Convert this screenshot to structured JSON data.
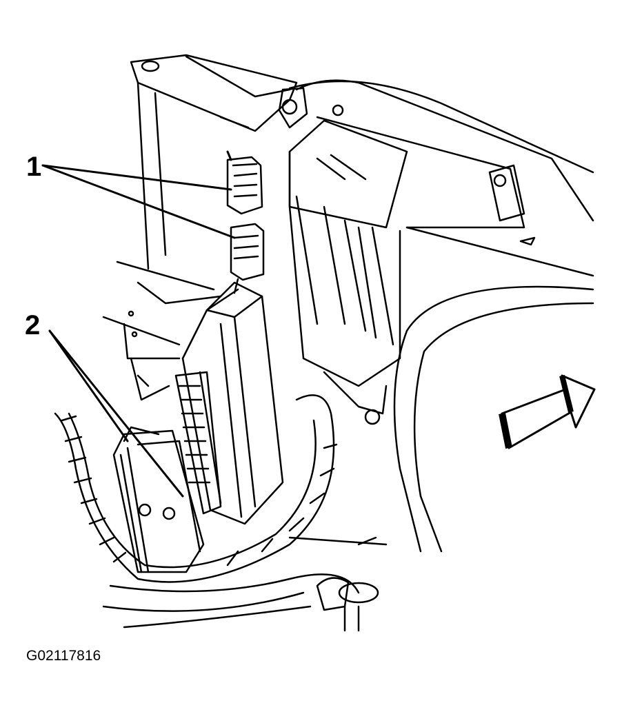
{
  "callouts": [
    {
      "label": "1"
    },
    {
      "label": "2"
    }
  ],
  "figure_id": "G02117816",
  "colors": {
    "line": "#000000",
    "background": "#ffffff"
  },
  "icons": [
    "direction-arrow-icon"
  ]
}
